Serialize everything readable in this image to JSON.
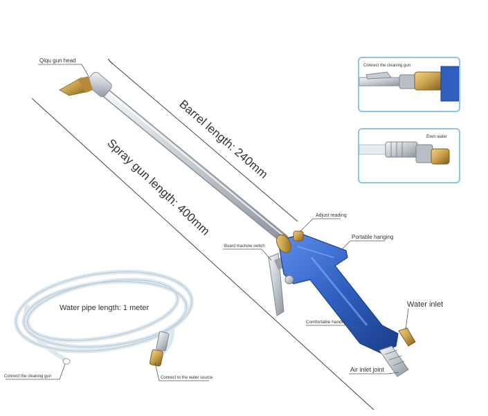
{
  "labels": {
    "gun_head": "Qiqu gun head",
    "barrel_length": "Barrel length: 240mm",
    "spray_gun_length": "Spray gun length: 400mm",
    "adjust_reading": "Adjust reading",
    "portable_hanging": "Portable hanging",
    "board_switch": "Board machine switch",
    "water_inlet": "Water inlet",
    "comfortable_handle": "Comfortable handle",
    "air_inlet_joint": "Air inlet joint",
    "water_pipe_length": "Water pipe length: 1 meter",
    "connect_cleaning_gun": "Connect the cleaning gun",
    "connect_water_source": "Connect to the water source"
  },
  "insets": {
    "top_label": "Connect the cleaning gun",
    "bottom_label": "Even water"
  },
  "colors": {
    "gun_blue": "#2f5fc0",
    "brass": "#c9a04a",
    "steel": "#cfd4da",
    "inset_border": "#8fc3e0"
  }
}
